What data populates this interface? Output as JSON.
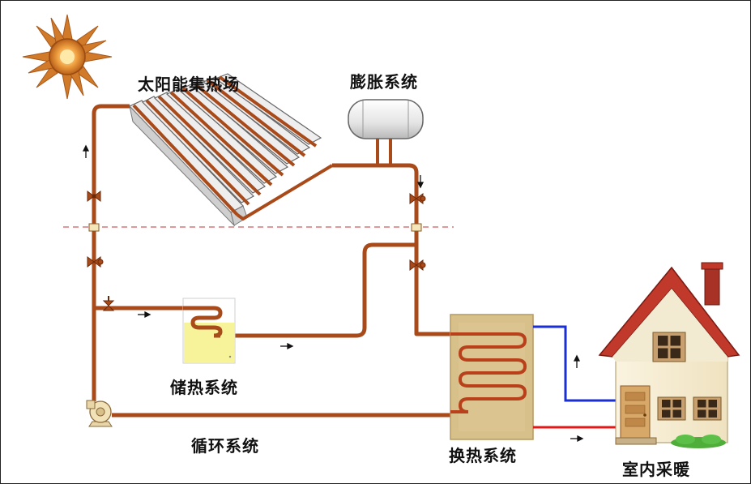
{
  "labels": {
    "solar_field": "太阳能集热场",
    "expansion": "膨胀系统",
    "storage": "储热系统",
    "circulation": "循环系统",
    "heat_exchange": "换热系统",
    "indoor_heating": "室内采暖"
  },
  "colors": {
    "pipe": "#a94a1a",
    "pipe_dark": "#7a2e0c",
    "cold_line": "#1a2fd6",
    "hot_line": "#e01818",
    "dashed_line": "#d07a78",
    "tank_fill": "#f6f39a",
    "exchanger_fill": "#d8c08a",
    "roof": "#c0392b",
    "sun": "#e08a2a"
  }
}
